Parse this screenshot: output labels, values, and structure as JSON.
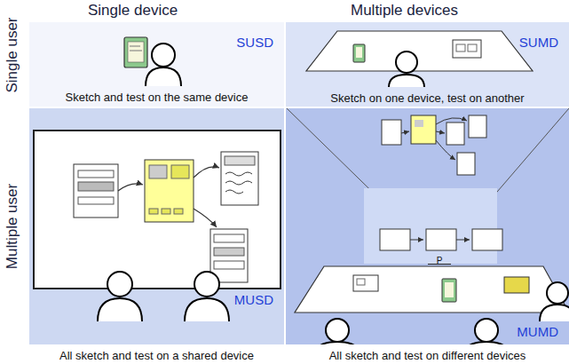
{
  "diagram": {
    "nodes": [
      {
        "text": [
          "SUSD",
          "Sketch and test on the same device"
        ]
      },
      {
        "text": [
          "SUMD",
          "Sketch on one device, test on another"
        ]
      },
      {
        "text": [
          "MUSD",
          "All sketch and test on a shared device"
        ]
      },
      {
        "text": [
          "MUMD",
          "All sketch and test on different devices"
        ]
      },
      {
        "text": [
          "P"
        ],
        "in": 3
      }
    ],
    "labels": [
      "Single device",
      "Multiple devices",
      "Single user",
      "Multiple user"
    ]
  }
}
